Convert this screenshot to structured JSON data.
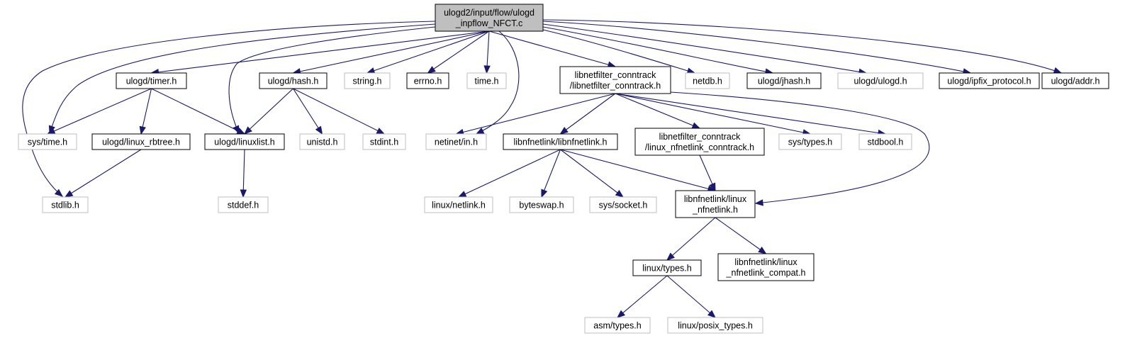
{
  "diagram": {
    "edge_color": "#191970",
    "doc_border_color": "#000000",
    "nodoc_border_color": "#bfbfbf",
    "root_fill": "#bfbfbf",
    "nodes": [
      {
        "id": "root",
        "lines": [
          "ulogd2/input/flow/ulogd",
          "_inpflow_NFCT.c"
        ],
        "kind": "root"
      },
      {
        "id": "timer",
        "lines": [
          "ulogd/timer.h"
        ],
        "kind": "doc"
      },
      {
        "id": "hash",
        "lines": [
          "ulogd/hash.h"
        ],
        "kind": "doc"
      },
      {
        "id": "string",
        "lines": [
          "string.h"
        ],
        "kind": "nodoc"
      },
      {
        "id": "errno",
        "lines": [
          "errno.h"
        ],
        "kind": "doc"
      },
      {
        "id": "time",
        "lines": [
          "time.h"
        ],
        "kind": "nodoc"
      },
      {
        "id": "lnfct",
        "lines": [
          "libnetfilter_conntrack",
          "/libnetfilter_conntrack.h"
        ],
        "kind": "doc"
      },
      {
        "id": "netdb",
        "lines": [
          "netdb.h"
        ],
        "kind": "nodoc"
      },
      {
        "id": "jhash",
        "lines": [
          "ulogd/jhash.h"
        ],
        "kind": "doc"
      },
      {
        "id": "ulogd",
        "lines": [
          "ulogd/ulogd.h"
        ],
        "kind": "nodoc"
      },
      {
        "id": "ipfix",
        "lines": [
          "ulogd/ipfix_protocol.h"
        ],
        "kind": "doc"
      },
      {
        "id": "addr",
        "lines": [
          "ulogd/addr.h"
        ],
        "kind": "doc"
      },
      {
        "id": "systime",
        "lines": [
          "sys/time.h"
        ],
        "kind": "nodoc"
      },
      {
        "id": "rbtree",
        "lines": [
          "ulogd/linux_rbtree.h"
        ],
        "kind": "doc"
      },
      {
        "id": "linuxlist",
        "lines": [
          "ulogd/linuxlist.h"
        ],
        "kind": "doc"
      },
      {
        "id": "unistd",
        "lines": [
          "unistd.h"
        ],
        "kind": "nodoc"
      },
      {
        "id": "stdint",
        "lines": [
          "stdint.h"
        ],
        "kind": "nodoc"
      },
      {
        "id": "netinet",
        "lines": [
          "netinet/in.h"
        ],
        "kind": "nodoc"
      },
      {
        "id": "libnfnetlink",
        "lines": [
          "libnfnetlink/libnfnetlink.h"
        ],
        "kind": "doc"
      },
      {
        "id": "lnfctc",
        "lines": [
          "libnetfilter_conntrack",
          "/linux_nfnetlink_conntrack.h"
        ],
        "kind": "doc"
      },
      {
        "id": "systypes",
        "lines": [
          "sys/types.h"
        ],
        "kind": "nodoc"
      },
      {
        "id": "stdbool",
        "lines": [
          "stdbool.h"
        ],
        "kind": "nodoc"
      },
      {
        "id": "stdlib",
        "lines": [
          "stdlib.h"
        ],
        "kind": "nodoc"
      },
      {
        "id": "stddef",
        "lines": [
          "stddef.h"
        ],
        "kind": "nodoc"
      },
      {
        "id": "netlink",
        "lines": [
          "linux/netlink.h"
        ],
        "kind": "nodoc"
      },
      {
        "id": "byteswap",
        "lines": [
          "byteswap.h"
        ],
        "kind": "nodoc"
      },
      {
        "id": "syssocket",
        "lines": [
          "sys/socket.h"
        ],
        "kind": "nodoc"
      },
      {
        "id": "nfnetlink",
        "lines": [
          "libnfnetlink/linux",
          "_nfnetlink.h"
        ],
        "kind": "doc"
      },
      {
        "id": "linuxtypes",
        "lines": [
          "linux/types.h"
        ],
        "kind": "doc"
      },
      {
        "id": "nfcompat",
        "lines": [
          "libnfnetlink/linux",
          "_nfnetlink_compat.h"
        ],
        "kind": "doc"
      },
      {
        "id": "asmtypes",
        "lines": [
          "asm/types.h"
        ],
        "kind": "nodoc"
      },
      {
        "id": "posixtypes",
        "lines": [
          "linux/posix_types.h"
        ],
        "kind": "nodoc"
      }
    ],
    "edges": [
      {
        "from": "root",
        "to": "timer"
      },
      {
        "from": "root",
        "to": "hash"
      },
      {
        "from": "root",
        "to": "string"
      },
      {
        "from": "root",
        "to": "errno"
      },
      {
        "from": "root",
        "to": "time"
      },
      {
        "from": "root",
        "to": "lnfct"
      },
      {
        "from": "root",
        "to": "netdb"
      },
      {
        "from": "root",
        "to": "jhash"
      },
      {
        "from": "root",
        "to": "ulogd"
      },
      {
        "from": "root",
        "to": "ipfix"
      },
      {
        "from": "root",
        "to": "addr"
      },
      {
        "from": "root",
        "to": "systime"
      },
      {
        "from": "root",
        "to": "stdlib"
      },
      {
        "from": "root",
        "to": "linuxlist"
      },
      {
        "from": "root",
        "to": "netinet"
      },
      {
        "from": "timer",
        "to": "systime"
      },
      {
        "from": "timer",
        "to": "rbtree"
      },
      {
        "from": "timer",
        "to": "linuxlist"
      },
      {
        "from": "rbtree",
        "to": "stdlib"
      },
      {
        "from": "linuxlist",
        "to": "stddef"
      },
      {
        "from": "hash",
        "to": "linuxlist"
      },
      {
        "from": "hash",
        "to": "unistd"
      },
      {
        "from": "hash",
        "to": "stdint"
      },
      {
        "from": "lnfct",
        "to": "netinet"
      },
      {
        "from": "lnfct",
        "to": "libnfnetlink"
      },
      {
        "from": "lnfct",
        "to": "lnfctc"
      },
      {
        "from": "lnfct",
        "to": "systypes"
      },
      {
        "from": "lnfct",
        "to": "stdbool"
      },
      {
        "from": "lnfct",
        "to": "nfnetlink"
      },
      {
        "from": "libnfnetlink",
        "to": "netlink"
      },
      {
        "from": "libnfnetlink",
        "to": "byteswap"
      },
      {
        "from": "libnfnetlink",
        "to": "syssocket"
      },
      {
        "from": "libnfnetlink",
        "to": "nfnetlink"
      },
      {
        "from": "lnfctc",
        "to": "nfnetlink"
      },
      {
        "from": "nfnetlink",
        "to": "linuxtypes"
      },
      {
        "from": "nfnetlink",
        "to": "nfcompat"
      },
      {
        "from": "linuxtypes",
        "to": "asmtypes"
      },
      {
        "from": "linuxtypes",
        "to": "posixtypes"
      }
    ]
  }
}
